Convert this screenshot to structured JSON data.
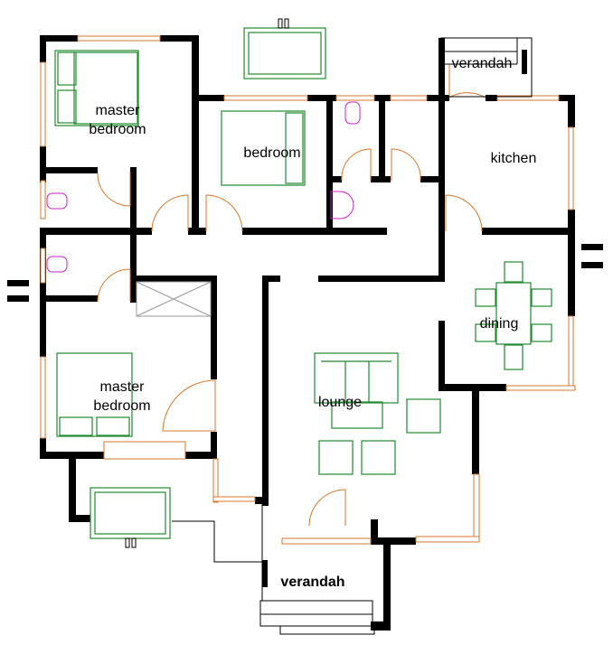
{
  "plan": {
    "rooms": {
      "master_bedroom_top": [
        "master",
        "bedroom"
      ],
      "bedroom": "bedroom",
      "kitchen": "kitchen",
      "verandah_top": "verandah",
      "dining": "dining",
      "master_bedroom_bottom": [
        "master",
        "bedroom"
      ],
      "lounge": "lounge",
      "verandah_bottom": "verandah"
    },
    "colors": {
      "wall": "#000000",
      "window_door": "#d9772b",
      "furniture": "#1e8a2e",
      "sanitary": "#d020d0"
    }
  }
}
